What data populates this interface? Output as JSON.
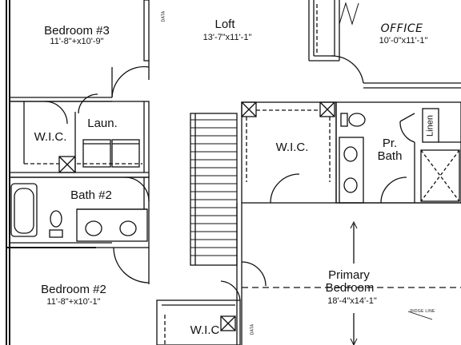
{
  "rooms": {
    "bedroom3": {
      "name": "Bedroom #3",
      "dim": "11'-8\"+x10'-9\""
    },
    "loft": {
      "name": "Loft",
      "dim": "13'-7\"x11'-1\""
    },
    "office": {
      "name": "OFFICE",
      "dim": "10'-0\"x11'-1\""
    },
    "wic_left": {
      "name": "W.I.C."
    },
    "laundry": {
      "name": "Laun."
    },
    "bath2": {
      "name": "Bath #2"
    },
    "wic_center": {
      "name": "W.I.C."
    },
    "pr_bath": {
      "line1": "Pr.",
      "line2": "Bath"
    },
    "linen": {
      "name": "Linen"
    },
    "primary": {
      "line1": "Primary",
      "line2": "Bedroom",
      "dim": "18'-4\"x14'-1\""
    },
    "bedroom2": {
      "name": "Bedroom #2",
      "dim": "11'-8\"+x10'-1\""
    },
    "wic_bottom": {
      "name": "W.I.C"
    }
  },
  "notes": {
    "data_top": "DATA",
    "data_bottom": "DATA",
    "ridge_line": "RIDGE LINE"
  },
  "colors": {
    "line": "#111111",
    "background": "#ffffff"
  }
}
